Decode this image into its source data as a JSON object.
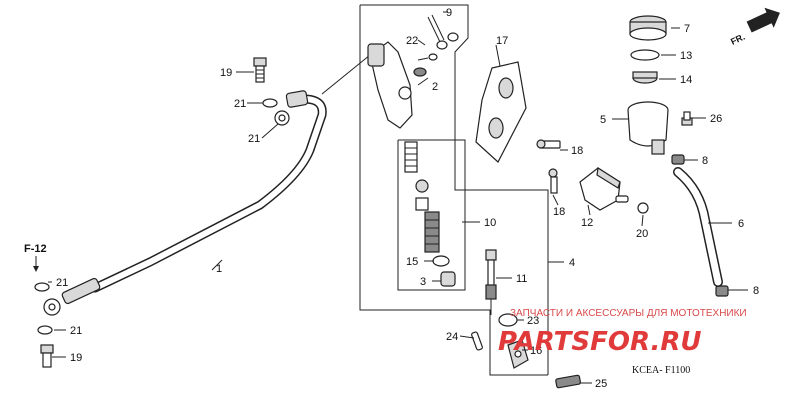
{
  "callouts": {
    "c1": "1",
    "c2": "2",
    "c3": "3",
    "c4": "4",
    "c5": "5",
    "c6": "6",
    "c7": "7",
    "c8a": "8",
    "c8b": "8",
    "c9": "9",
    "c10": "10",
    "c11": "11",
    "c12": "12",
    "c13": "13",
    "c14": "14",
    "c15": "15",
    "c16": "16",
    "c17": "17",
    "c18a": "18",
    "c18b": "18",
    "c19a": "19",
    "c19b": "19",
    "c20": "20",
    "c21a": "21",
    "c21b": "21",
    "c21c": "21",
    "c21d": "21",
    "c22": "22",
    "c23": "23",
    "c24": "24",
    "c25": "25",
    "c26": "26"
  },
  "ref_label": "F-12",
  "direction_label": "FR.",
  "diagram_code": "KCEA- F1100",
  "watermark": {
    "text": "ЗАПЧАСТИ И АКСЕССУАРЫ ДЛЯ МОТОТЕХНИКИ",
    "brand": "PARTSFOR.RU"
  },
  "colors": {
    "line": "#222222",
    "watermark": "#e03a3a"
  }
}
